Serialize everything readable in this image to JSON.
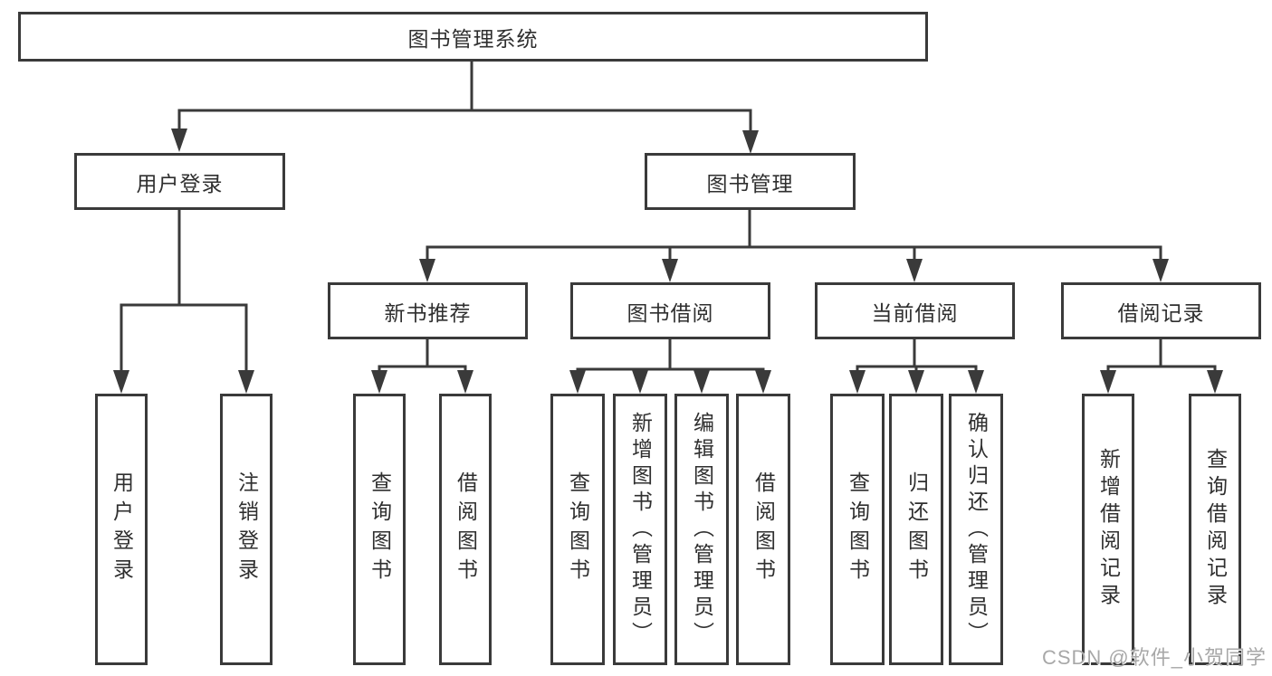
{
  "root_label": "图书管理系统",
  "level2": {
    "user_login": "用户登录",
    "book_mgmt": "图书管理"
  },
  "level3": {
    "new_books": "新书推荐",
    "borrowing": "图书借阅",
    "current": "当前借阅",
    "records": "借阅记录"
  },
  "leaves": {
    "user_login": [
      "用户登录",
      "注销登录"
    ],
    "new_books": [
      "查询图书",
      "借阅图书"
    ],
    "borrowing": [
      "查询图书",
      "新增图书（管理员）",
      "编辑图书（管理员）",
      "借阅图书"
    ],
    "current": [
      "查询图书",
      "归还图书",
      "确认归还（管理员）"
    ],
    "records": [
      "新增借阅记录",
      "查询借阅记录"
    ]
  },
  "watermark": "CSDN @软件_小贺同学",
  "colors": {
    "line": "#3a3a3a",
    "text": "#2f2f2f",
    "watermark": "#a8a8a8"
  }
}
